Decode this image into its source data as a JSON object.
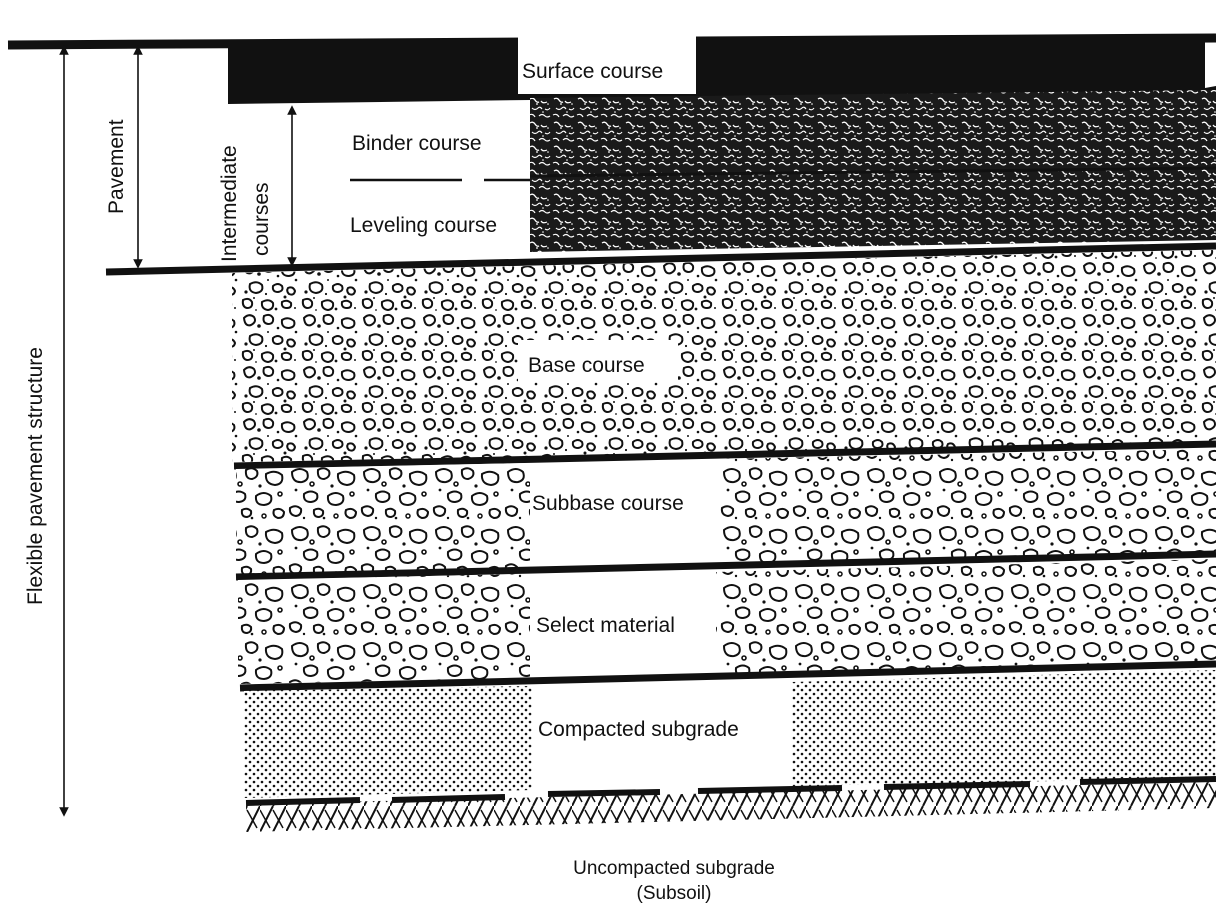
{
  "diagram": {
    "dimension_labels": {
      "flexible_pavement_structure": "Flexible pavement structure",
      "pavement": "Pavement",
      "intermediate": "Intermediate",
      "courses": "courses"
    },
    "layers": {
      "surface": "Surface course",
      "binder": "Binder course",
      "leveling": "Leveling course",
      "base": "Base course",
      "subbase": "Subbase course",
      "select": "Select material",
      "compacted_subgrade": "Compacted  subgrade"
    },
    "bottom": {
      "line1": "Uncompacted subgrade",
      "line2": "(Subsoil)"
    }
  }
}
